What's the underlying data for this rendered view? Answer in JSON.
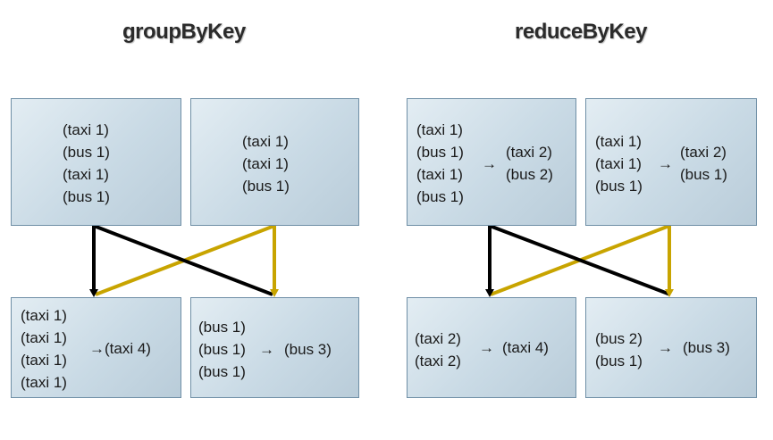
{
  "group_by_key": {
    "title": "groupByKey",
    "input_left": [
      "(taxi  1)",
      "(bus  1)",
      "(taxi  1)",
      "(bus  1)"
    ],
    "input_right": [
      "(taxi  1)",
      "(taxi  1)",
      "(bus  1)"
    ],
    "output_left": {
      "inputs": [
        "(taxi 1)",
        "(taxi 1)",
        "(taxi 1)",
        "(taxi 1)"
      ],
      "result": "(taxi 4)"
    },
    "output_right": {
      "inputs": [
        "(bus 1)",
        "(bus 1)",
        "(bus 1)"
      ],
      "result": "(bus 3)"
    }
  },
  "reduce_by_key": {
    "title": "reduceByKey",
    "input_left": {
      "inputs": [
        "(taxi 1)",
        "(bus 1)",
        "(taxi 1)",
        "(bus 1)"
      ],
      "results": [
        "(taxi 2)",
        "(bus 2)"
      ]
    },
    "input_right": {
      "inputs": [
        "(taxi 1)",
        "(taxi 1)",
        "(bus 1)"
      ],
      "results": [
        "(taxi 2)",
        "(bus 1)"
      ]
    },
    "output_left": {
      "inputs": [
        "(taxi 2)",
        "(taxi 2)"
      ],
      "result": "(taxi 4)"
    },
    "output_right": {
      "inputs": [
        "(bus 2)",
        "(bus 1)"
      ],
      "result": "(bus  3)"
    }
  },
  "arrow_glyph": "→",
  "colors": {
    "taxi_wire": "#000000",
    "bus_wire": "#c8a400",
    "box_border": "#6f8fa6"
  }
}
